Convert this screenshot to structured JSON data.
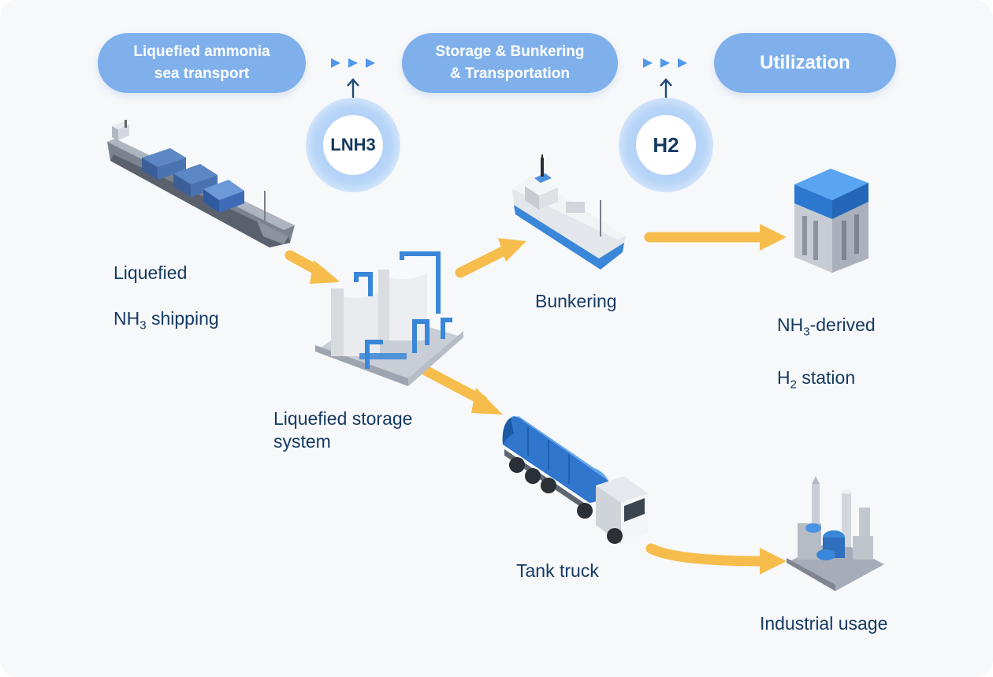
{
  "stages": {
    "transport": "Liquefied ammonia\nsea transport",
    "storage": "Storage & Bunkering\n& Transportation",
    "utilization": "Utilization"
  },
  "carriers": {
    "lnh3": "LNH3",
    "h2": "H2"
  },
  "nodes": {
    "shipping": {
      "line1": "Liquefied",
      "line2_prefix": "NH",
      "line2_sub": "3",
      "line2_suffix": " shipping"
    },
    "storage_system": "Liquefied storage\nsystem",
    "bunkering": "Bunkering",
    "h2_station": {
      "line1_prefix": "NH",
      "line1_sub": "3",
      "line1_suffix": "-derived",
      "line2_prefix": "H",
      "line2_sub": "2",
      "line2_suffix": " station"
    },
    "tank_truck": "Tank truck",
    "industrial": "Industrial usage"
  },
  "colors": {
    "pill": "#7fb0ec",
    "arrow": "#f7bd4f",
    "text": "#153a63",
    "accent_blue": "#3a86d8"
  },
  "icons": [
    "cargo-ship-icon",
    "storage-tanks-icon",
    "bunkering-vessel-icon",
    "h2-station-icon",
    "tank-truck-icon",
    "industrial-plant-icon"
  ]
}
